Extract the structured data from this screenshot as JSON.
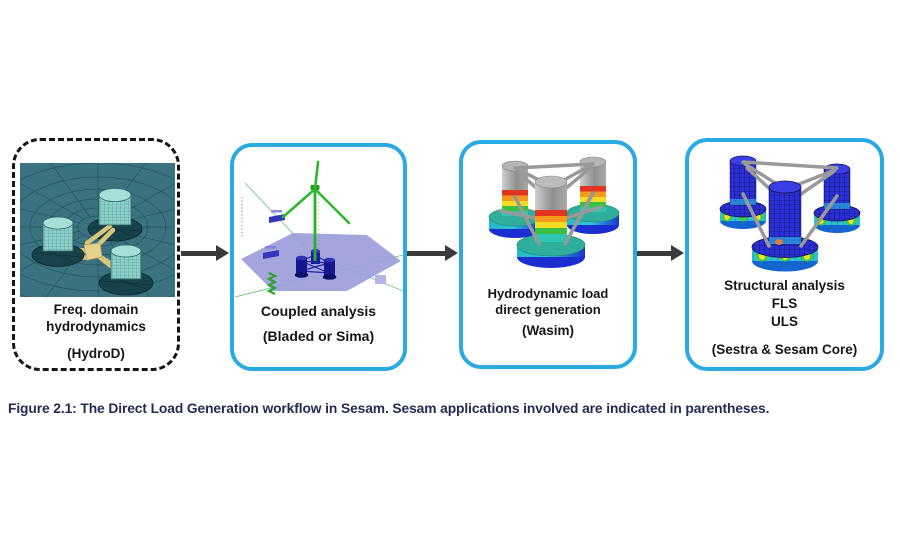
{
  "colors": {
    "accent_blue": "#29ABE2",
    "arrow": "#3A3A3A",
    "caption_text": "#242B52",
    "label_text": "#161616"
  },
  "figure": {
    "caption": "Figure 2.1: The Direct Load Generation workflow in Sesam. Sesam applications involved are indicated in parentheses."
  },
  "workflow": {
    "steps": [
      {
        "name": "freq-domain-hydrodynamics",
        "lines": [
          "Freq. domain",
          "hydrodynamics"
        ],
        "app": "(HydroD)"
      },
      {
        "name": "coupled-analysis",
        "lines": [
          "Coupled analysis"
        ],
        "app": "(Bladed or Sima)"
      },
      {
        "name": "hydrodynamic-load-direct-generation",
        "lines": [
          "Hydrodynamic load",
          "direct generation"
        ],
        "app": "(Wasim)"
      },
      {
        "name": "structural-analysis",
        "lines": [
          "Structural analysis",
          "FLS",
          "ULS"
        ],
        "app": "(Sestra & Sesam Core)"
      }
    ]
  }
}
